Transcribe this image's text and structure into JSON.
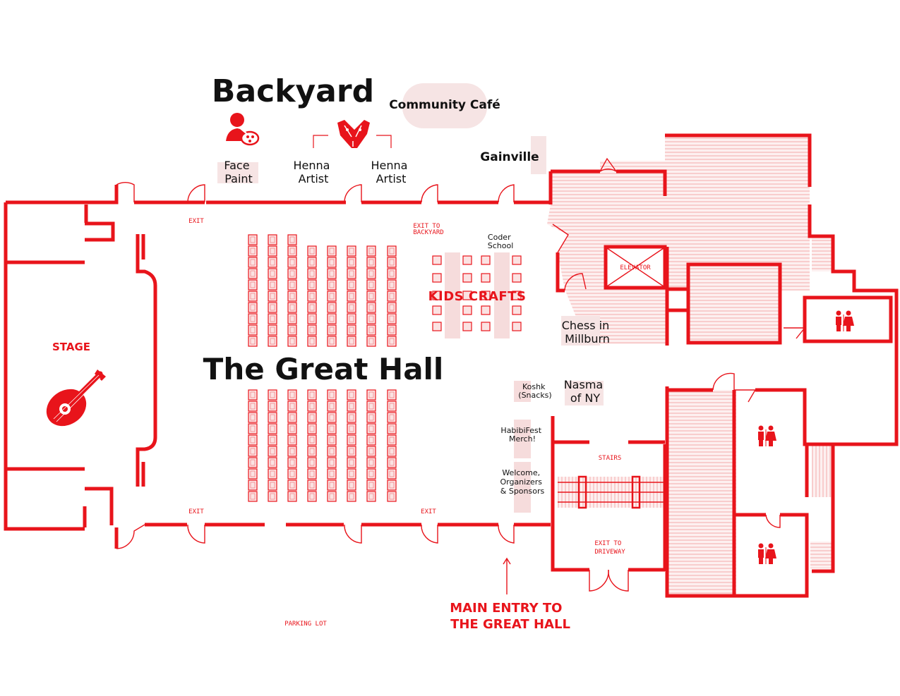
{
  "colors": {
    "accent": "#e8141b",
    "ink": "#111111",
    "tint": "#f6e0e0"
  },
  "labels": {
    "backyard": "Backyard",
    "community_cafe": "Community Café",
    "gainville": "Gainville",
    "face_paint": [
      "Face",
      "Paint"
    ],
    "henna_left": [
      "Henna",
      "Artist"
    ],
    "henna_right": [
      "Henna",
      "Artist"
    ],
    "great_hall": "The Great Hall",
    "stage": "STAGE",
    "kids_crafts": "KIDS CRAFTS",
    "coder_school": [
      "Coder",
      "School"
    ],
    "chess": [
      "Chess in",
      "Millburn"
    ],
    "koshk": [
      "Koshk",
      "(Snacks)"
    ],
    "nasma": [
      "Nasma",
      "of NY"
    ],
    "habibifest_merch": [
      "HabibiFest",
      "Merch!"
    ],
    "welcome": [
      "Welcome,",
      "Organizers",
      "& Sponsors"
    ],
    "exit": "EXIT",
    "exit_to_backyard": [
      "EXIT TO",
      "BACKYARD"
    ],
    "exit_to_driveway": [
      "EXIT TO",
      "DRIVEWAY"
    ],
    "elevator": "ELEVATOR",
    "stairs": "STAIRS",
    "parking_lot": "PARKING LOT",
    "main_entry": [
      "MAIN ENTRY TO",
      "THE GREAT HALL"
    ]
  },
  "icons": [
    "face-paint-icon",
    "henna-hands-icon",
    "oud-icon",
    "restroom-icon"
  ]
}
